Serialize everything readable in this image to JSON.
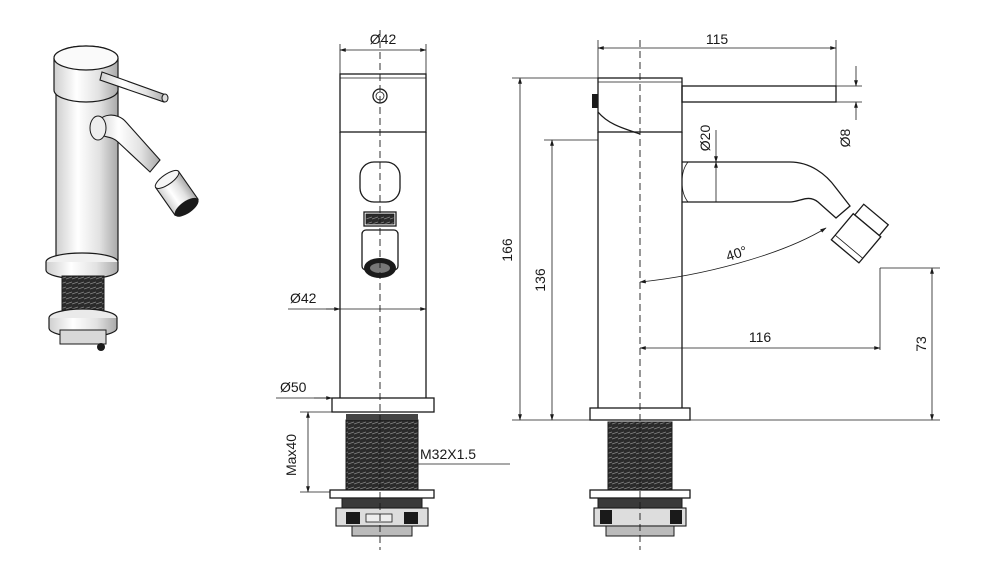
{
  "labels": {
    "top_diameter": "Ø42",
    "body_diameter": "Ø42",
    "base_diameter": "Ø50",
    "thread": "M32X1.5",
    "max_depth": "Max40",
    "reach": "115",
    "lever_diameter": "Ø8",
    "spout_diameter": "Ø20",
    "total_height": "166",
    "spout_height": "136",
    "angle": "40°",
    "outlet_reach": "116",
    "outlet_height": "73"
  }
}
